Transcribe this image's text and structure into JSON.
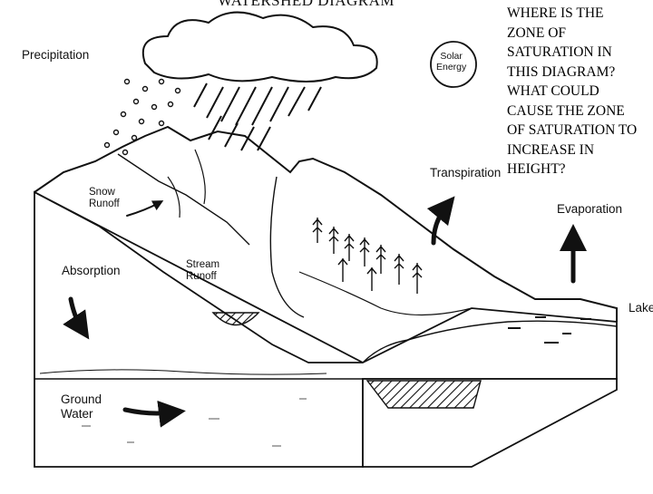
{
  "diagram": {
    "title": "WATERSHED DIAGRAM",
    "question_lines": [
      "WHERE IS THE",
      "ZONE OF",
      "SATURATION IN",
      "THIS DIAGRAM?",
      "WHAT COULD",
      "CAUSE THE ZONE",
      "OF SATURATION TO",
      "INCREASE IN",
      "HEIGHT?"
    ],
    "labels": {
      "precipitation": "Precipitation",
      "solar_energy_line1": "Solar",
      "solar_energy_line2": "Energy",
      "transpiration": "Transpiration",
      "evaporation": "Evaporation",
      "lake": "Lake",
      "snow_runoff_line1": "Snow",
      "snow_runoff_line2": "Runoff",
      "absorption": "Absorption",
      "stream_runoff_line1": "Stream",
      "stream_runoff_line2": "Runoff",
      "ground_water_line1": "Ground",
      "ground_water_line2": "Water"
    }
  }
}
